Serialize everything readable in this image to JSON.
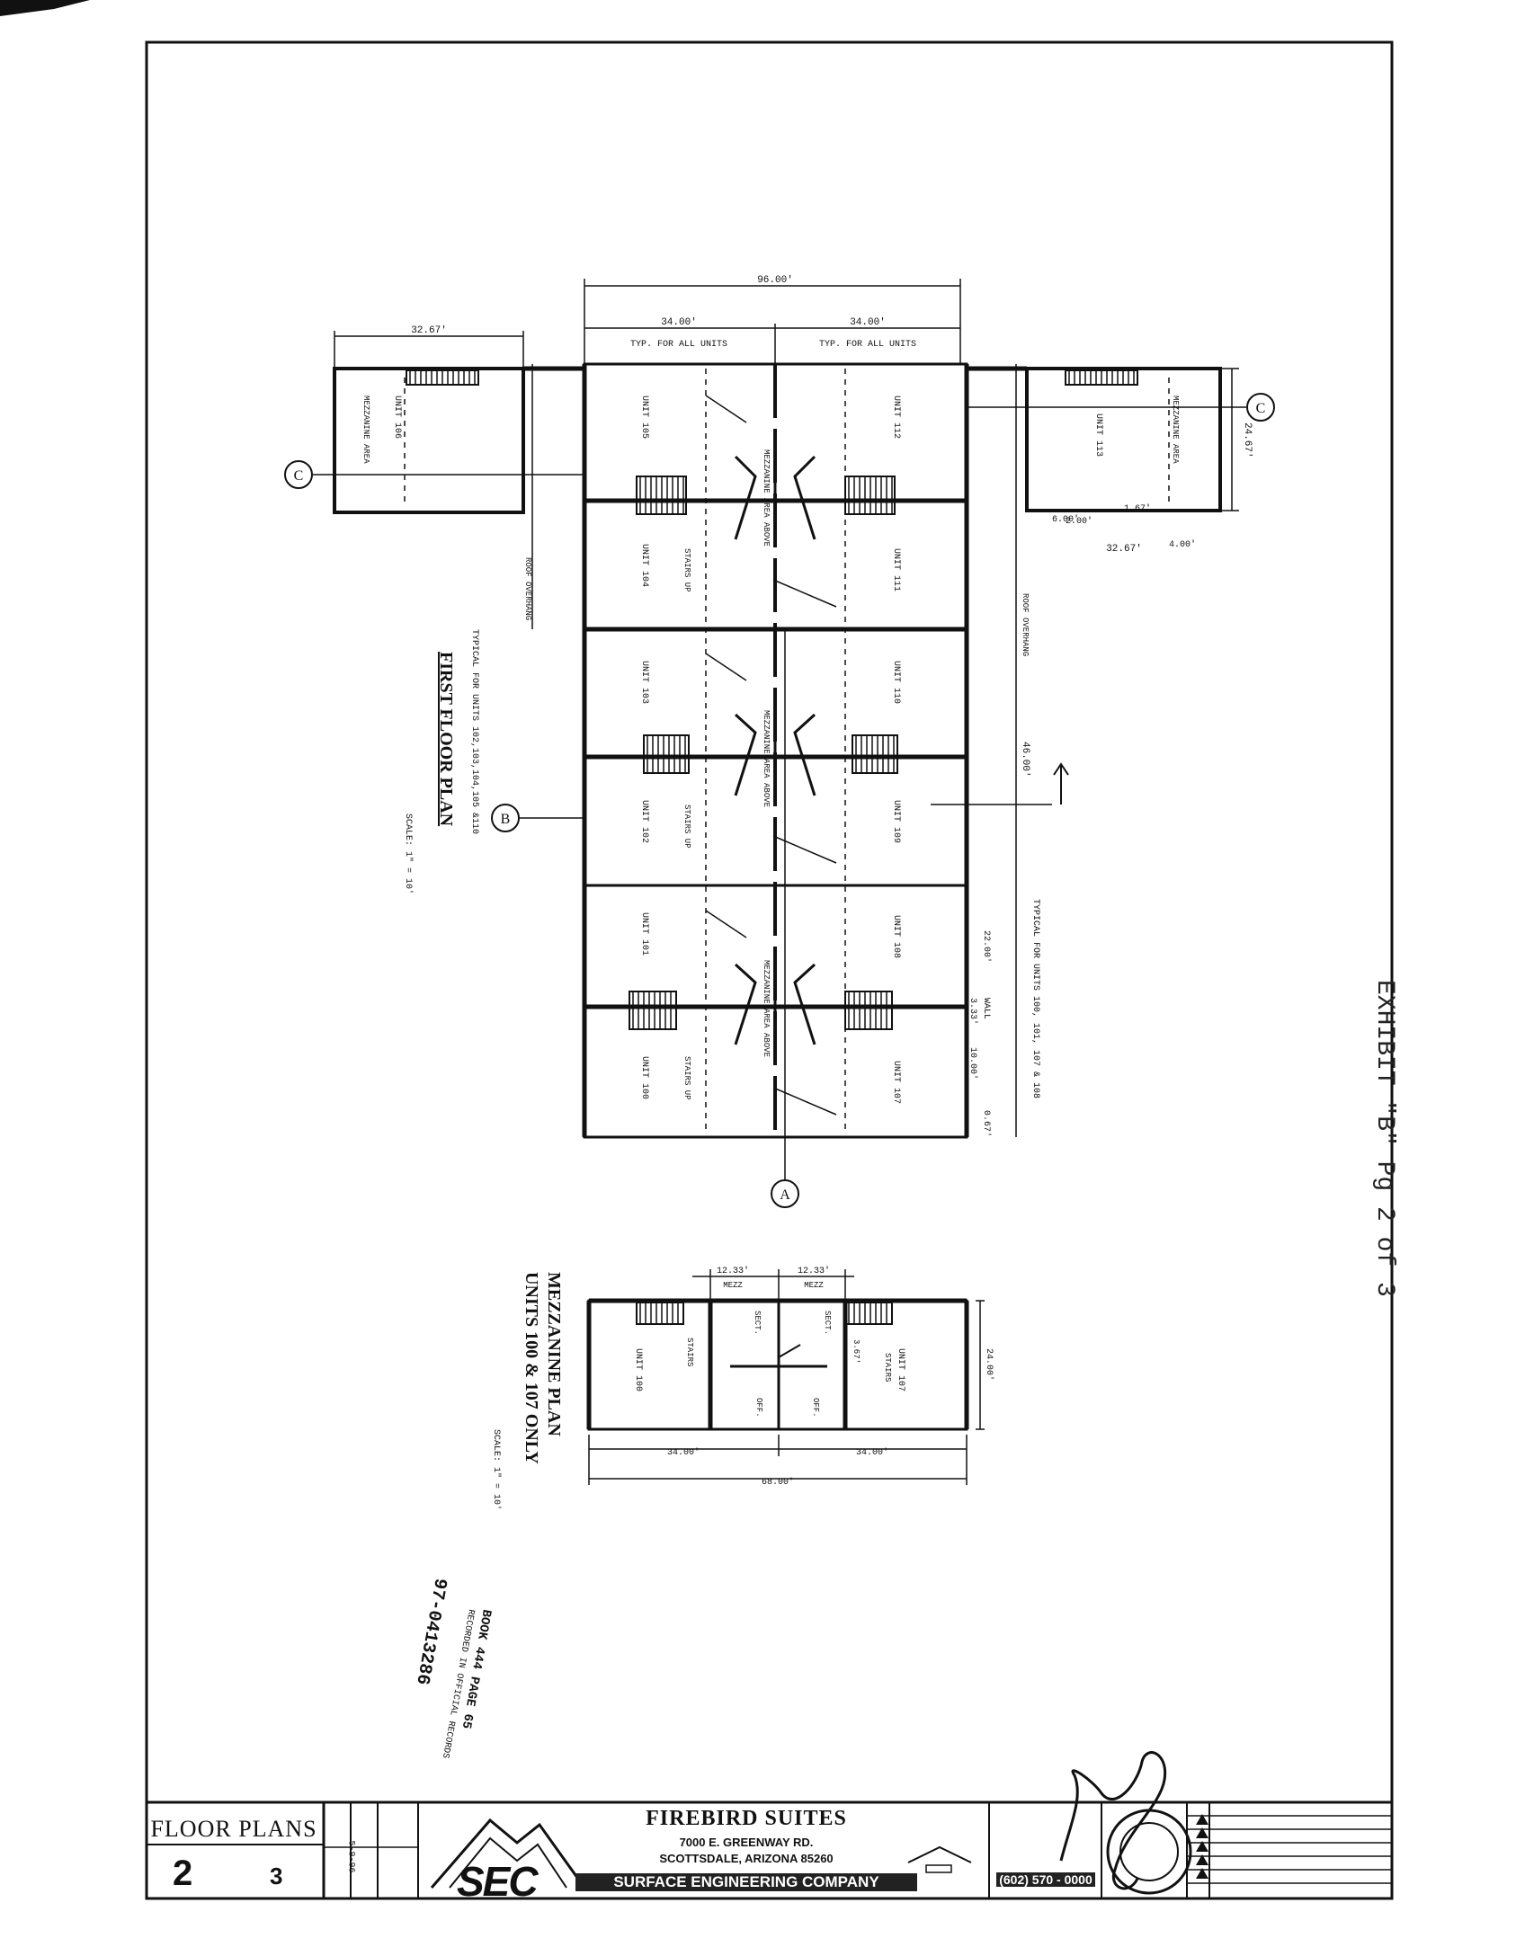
{
  "exhibit_label": "EXHIBIT \"B\" Pg 2 of 3",
  "first_floor": {
    "title": "FIRST FLOOR PLAN",
    "note": "TYPICAL FOR UNITS 102,103,104,105 &110",
    "scale": "SCALE: 1\" = 10'",
    "dims": {
      "overall": "96.00'",
      "left_half": "34.00'",
      "right_half": "34.00'",
      "typ_left": "TYP. FOR ALL UNITS",
      "typ_right": "TYP. FOR ALL UNITS",
      "wing_left": "32.67'",
      "wing_right": "32.67'",
      "wing_right_depth": "24.67'",
      "bay_depth": "46.00'",
      "roof_overhang_left": "ROOF OVERHANG",
      "roof_overhang_right": "ROOF OVERHANG",
      "typ_units_right": "TYPICAL FOR UNITS 100, 101, 107 & 108",
      "wall": "WALL",
      "d_10": "10.00'",
      "d_22": "22.00'",
      "d_333": "3.33'",
      "d_200": "2.00'",
      "d_400": "4.00'",
      "d_167": "1.67'",
      "d_067": "0.67'",
      "d_600": "6.00'"
    },
    "units": [
      "UNIT 106",
      "UNIT 105",
      "UNIT 104",
      "UNIT 103",
      "UNIT 102",
      "UNIT 101",
      "UNIT 100",
      "UNIT 113",
      "UNIT 112",
      "UNIT 111",
      "UNIT 110",
      "UNIT 109",
      "UNIT 108",
      "UNIT 107"
    ],
    "stairs_up": "STAIRS UP",
    "mezz_above": "MEZZANINE AREA ABOVE",
    "mezz_area": "MEZZANINE AREA",
    "grid": {
      "a": "A",
      "b": "B",
      "c": "C"
    }
  },
  "mezzanine": {
    "title": "MEZZANINE PLAN",
    "subtitle": "UNITS 100 & 107 ONLY",
    "scale": "SCALE: 1\" = 10'",
    "units": [
      "UNIT 100",
      "UNIT 107"
    ],
    "stairs": "STAIRS",
    "sect": "SECT.",
    "off": "OFF.",
    "mezz": "MEZZ",
    "dims": {
      "top1": "12.33'",
      "top2": "12.33'",
      "depth": "24.00'",
      "bottom1": "34.00'",
      "bottom2": "34.00'",
      "total": "68.00'",
      "small": "3.67'"
    }
  },
  "recording_stamp": {
    "line1": "BOOK 444 PAGE 65",
    "line2": "RECORDED IN OFFICIAL RECORDS",
    "line3": "97-0413286"
  },
  "title_block": {
    "title": "FLOOR PLANS",
    "sheet": "2",
    "of": "3",
    "project": "FIREBIRD SUITES",
    "address1": "7000 E. GREENWAY RD.",
    "address2": "SCOTTSDALE, ARIZONA 85260",
    "company": "SURFACE ENGINEERING COMPANY",
    "logo": "SEC",
    "phone": "(602) 570 - 0000",
    "date": "5-9-96"
  }
}
